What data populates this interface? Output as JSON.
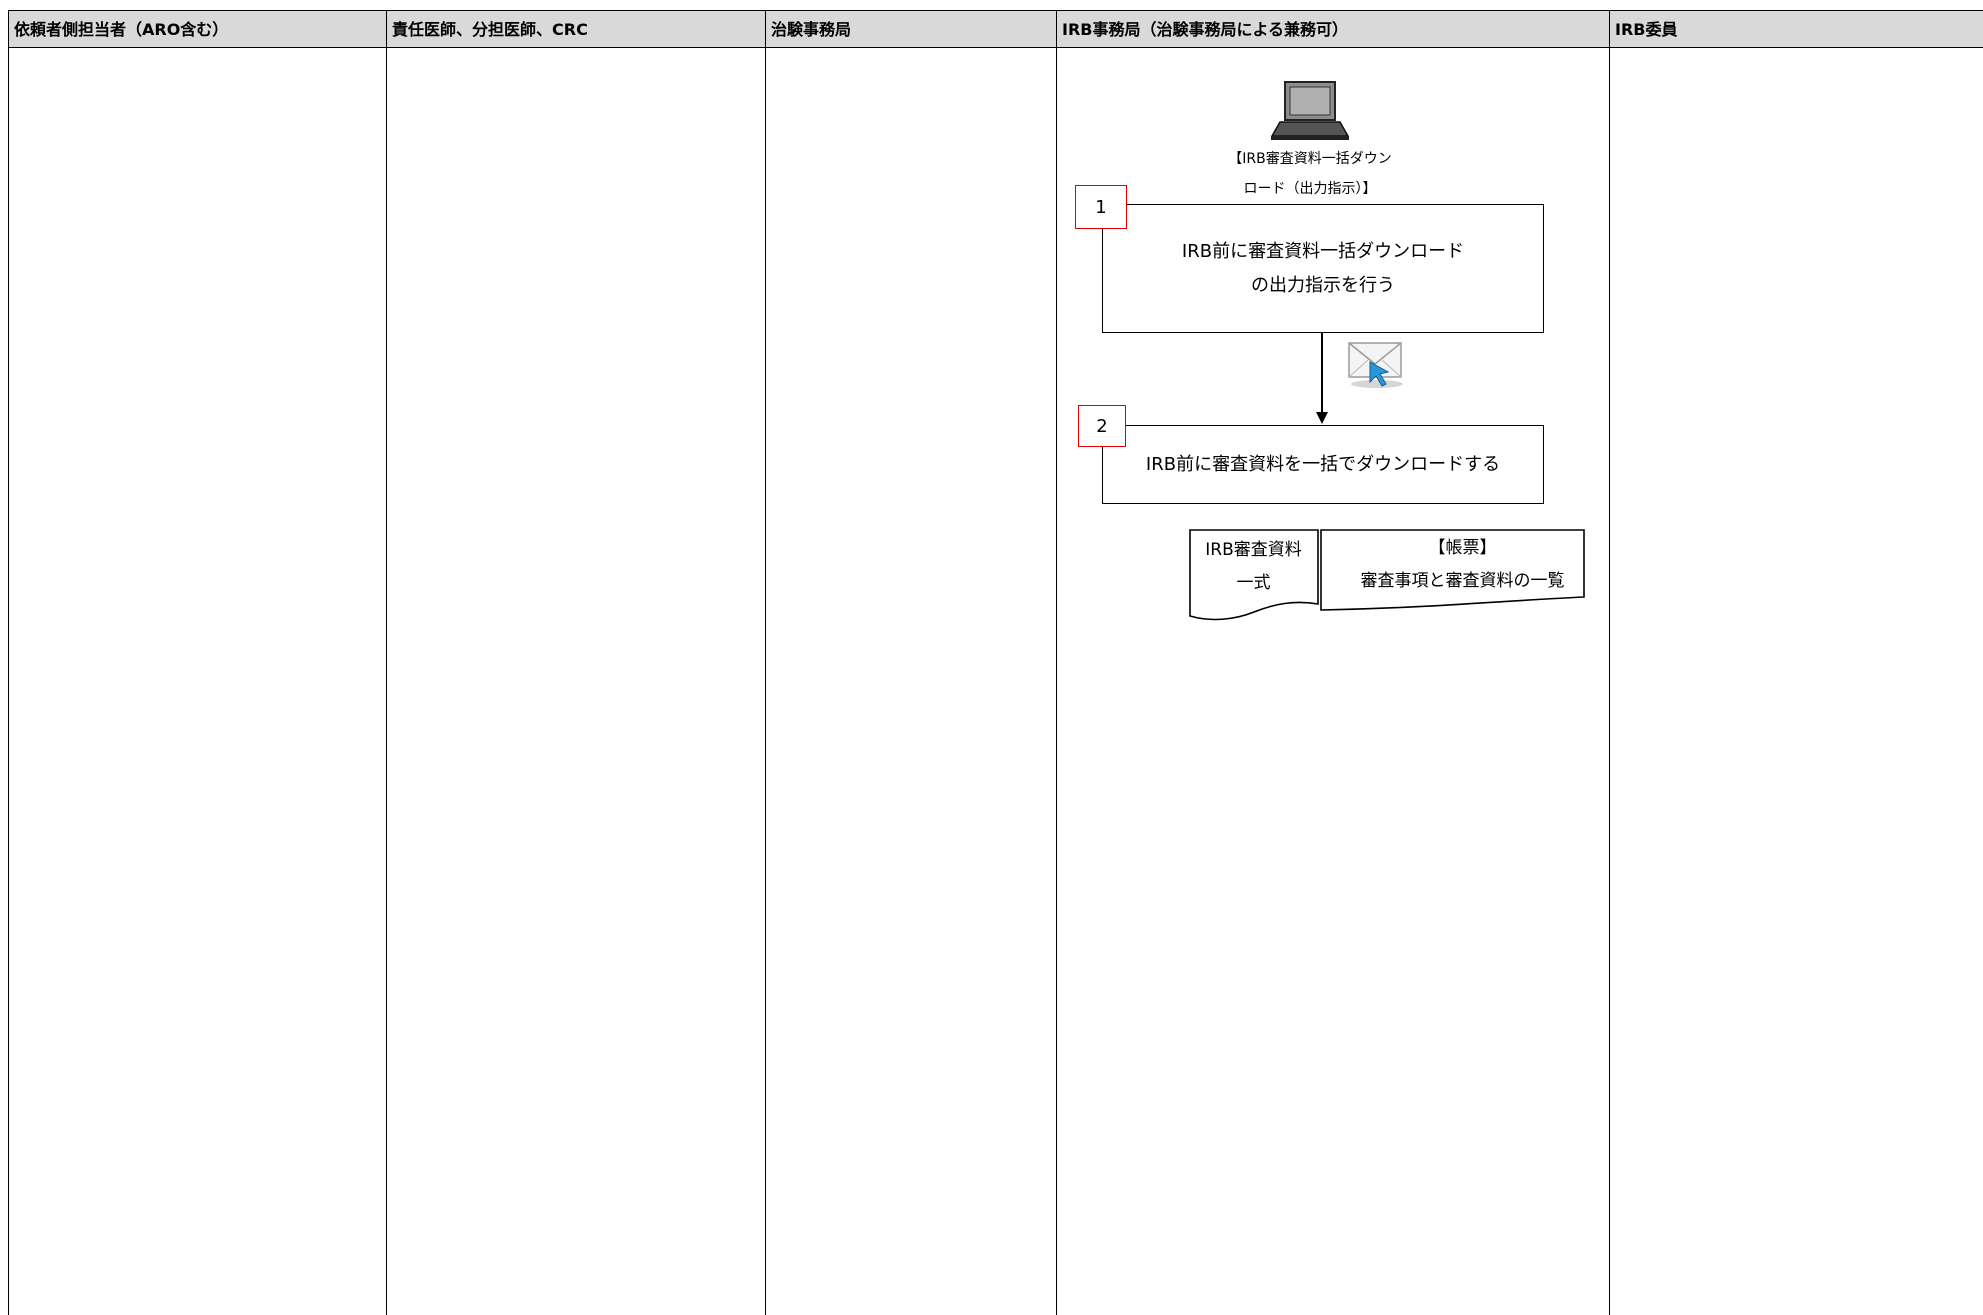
{
  "lanes": [
    {
      "label": "依頼者側担当者（ARO含む）"
    },
    {
      "label": "責任医師、分担医師、CRC"
    },
    {
      "label": "治験事務局"
    },
    {
      "label": "IRB事務局（治験事務局による兼務可）"
    },
    {
      "label": "IRB委員"
    }
  ],
  "diagram": {
    "computer_label_line1": "【IRB審査資料一括ダウン",
    "computer_label_line2": "ロード（出力指示）】",
    "steps": [
      {
        "number": "1",
        "line1": "IRB前に審査資料一括ダウンロード",
        "line2": "の出力指示を行う"
      },
      {
        "number": "2",
        "line1": "IRB前に審査資料を一括でダウンロードする"
      }
    ],
    "documents": [
      {
        "line1": "IRB審査資料",
        "line2": "一式"
      },
      {
        "line1": "【帳票】",
        "line2": "審査事項と審査資料の一覧"
      }
    ],
    "colors": {
      "header_bg": "#d9d9d9",
      "step_border": "#e00000",
      "line": "#000000"
    },
    "icons": [
      "laptop-icon",
      "email-icon"
    ]
  }
}
